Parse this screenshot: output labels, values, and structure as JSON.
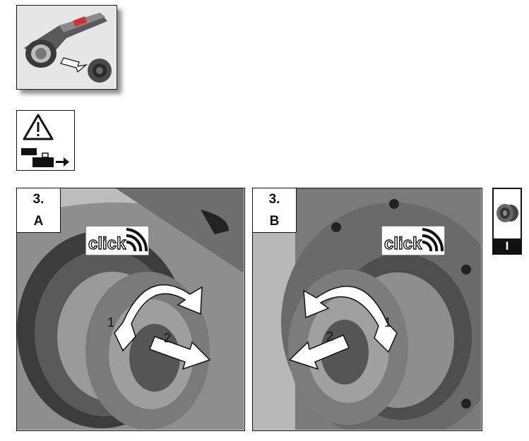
{
  "panels": [
    {
      "step": "3.",
      "variant": "A",
      "rotation_label": "1",
      "push_label": "2"
    },
    {
      "step": "3.",
      "variant": "B",
      "rotation_label": "1",
      "push_label": "2"
    }
  ],
  "click_label": "click",
  "side_tab": {
    "label": "I"
  },
  "icons": {
    "thumbnail": "pipe-threader-tool-with-die-head",
    "warning": "warning-triangle-icon",
    "battery_remove": "battery-remove-arrow-icon"
  },
  "colors": {
    "ink": "#111111",
    "panel_bg": "#c9c9c9",
    "arrow_fill": "#ffffff"
  }
}
